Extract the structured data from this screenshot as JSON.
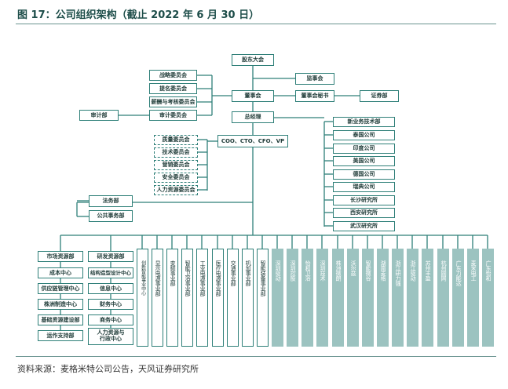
{
  "title": "图 17：公司组织架构（截止 2022 年 6 月 30 日）",
  "source": "资料来源：麦格米特公司公告，天风证券研究所",
  "nodes": {
    "shareholders": "股东大会",
    "supervisors": "监事会",
    "board": "董事会",
    "board_secretary": "董事会秘书",
    "securities_dept": "证券部",
    "gm": "总经理",
    "executives": "COO、CTO、CFO、VP",
    "strategy_committee": "战略委员会",
    "nomination_committee": "提名委员会",
    "compensation_committee": "薪酬与考核委员会",
    "audit_committee": "审计委员会",
    "audit_dept": "审计部",
    "legal_dept": "法务部",
    "public_affairs_dept": "公共事务部"
  },
  "committees": [
    "质量委员会",
    "技术委员会",
    "营销委员会",
    "安全委员会",
    "人力资源委员会"
  ],
  "overseas": [
    "新业务技术部",
    "泰国公司",
    "印度公司",
    "美国公司",
    "德国公司",
    "瑞典公司",
    "长沙研究所",
    "西安研究所",
    "武汉研究所"
  ],
  "left_col1": [
    "市场资源部",
    "成本中心",
    "供应链管理中心",
    "株洲制造中心",
    "基础资源建设部",
    "运作支持部"
  ],
  "left_col2": [
    "研发资源部",
    "结构造型设计中心",
    "信息中心",
    "财务中心",
    "商务中心",
    "人力资源与行政中心"
  ],
  "business_units": [
    "创新智能事业中心",
    "显示电源事业部",
    "变频事业部",
    "智能卫浴事业部",
    "工业电源事业部",
    "医疗电源事业部",
    "交通事业部",
    "机加事业部",
    "智能装备事业部"
  ],
  "subsidiaries": [
    "深圳驱动",
    "深圳控股",
    "怡和卫浴",
    "深圳技术",
    "株洲微朗",
    "沃尔兹",
    "智能微谷",
    "湖南麦格",
    "浙江研力强",
    "浙江驱动",
    "苏州丰盈",
    "杭州圆网",
    "广东力能达",
    "麦米电工",
    "广东怡和"
  ]
}
